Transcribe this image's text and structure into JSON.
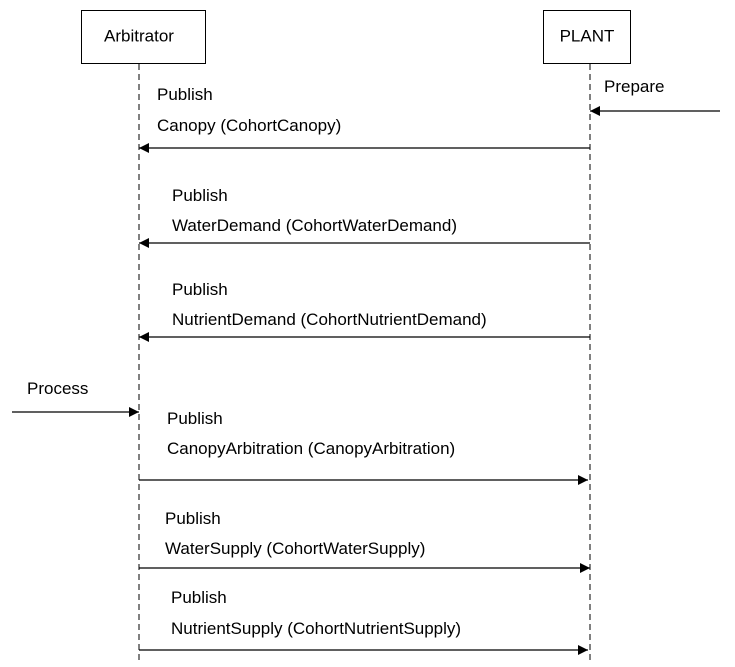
{
  "participants": {
    "arbitrator": {
      "label": "Arbitrator"
    },
    "plant": {
      "label": "PLANT"
    }
  },
  "triggers": {
    "prepare": "Prepare",
    "process": "Process"
  },
  "messages": [
    {
      "from": "PLANT",
      "to": "Arbitrator",
      "line1": "Publish",
      "line2": "Canopy (CohortCanopy)"
    },
    {
      "from": "PLANT",
      "to": "Arbitrator",
      "line1": "Publish",
      "line2": "WaterDemand (CohortWaterDemand)"
    },
    {
      "from": "PLANT",
      "to": "Arbitrator",
      "line1": "Publish",
      "line2": "NutrientDemand (CohortNutrientDemand)"
    },
    {
      "from": "Arbitrator",
      "to": "PLANT",
      "line1": "Publish",
      "line2": "CanopyArbitration (CanopyArbitration)"
    },
    {
      "from": "Arbitrator",
      "to": "PLANT",
      "line1": "Publish",
      "line2": "WaterSupply (CohortWaterSupply)"
    },
    {
      "from": "Arbitrator",
      "to": "PLANT",
      "line1": "Publish",
      "line2": "NutrientSupply (CohortNutrientSupply)"
    }
  ]
}
